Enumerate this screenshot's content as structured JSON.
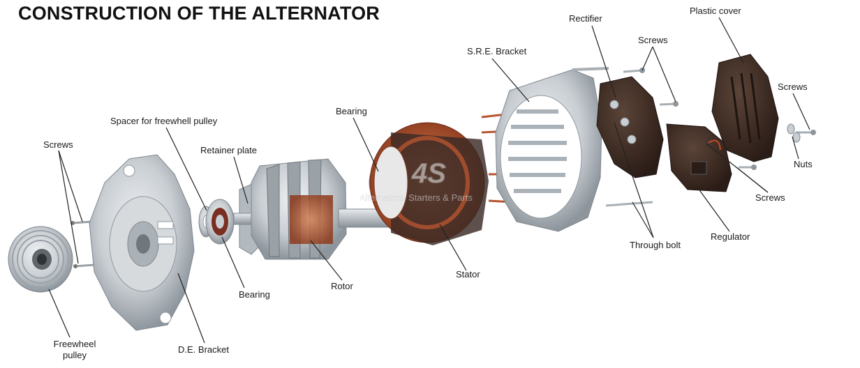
{
  "title": "CONSTRUCTION OF THE ALTERNATOR",
  "watermark": {
    "logo": "4S",
    "text": "Alternators, Starters & Parts"
  },
  "labels": {
    "screws_left": "Screws",
    "spacer": "Spacer for freewhell pulley",
    "retainer_plate": "Retainer plate",
    "bearing_top": "Bearing",
    "bearing_bottom": "Bearing",
    "rotor": "Rotor",
    "stator": "Stator",
    "sre_bracket": "S.R.E. Bracket",
    "rectifier": "Rectifier",
    "screws_top": "Screws",
    "plastic_cover": "Plastic cover",
    "screws_right": "Screws",
    "nuts": "Nuts",
    "screws_lower_right": "Screws",
    "regulator": "Regulator",
    "through_bolt": "Through bolt",
    "de_bracket": "D.E. Bracket",
    "freewheel_pulley_line1": "Freewheel",
    "freewheel_pulley_line2": "pulley"
  },
  "colors": {
    "aluminium": "#c9ced3",
    "aluminium_dark": "#8e969d",
    "copper": "#b5552f",
    "stator_dark": "#3a2a24",
    "plastic": "#3b2a22",
    "leader": "#222222"
  }
}
